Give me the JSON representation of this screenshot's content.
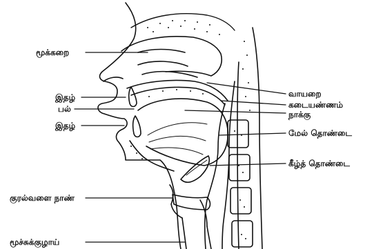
{
  "labels": {
    "left": {
      "nasal_cavity": "மூக்கறை",
      "upper_lip": "இதழ்",
      "teeth": "பல்",
      "lower_lip": "இதழ்",
      "vocal_cords": "குரல்வளை நாண்",
      "trachea": "மூச்சுக்குழாய்"
    },
    "right": {
      "palate": "வாயறை",
      "soft_palate": "கடையண்ணம்",
      "tongue": "நாக்கு",
      "upper_pharynx": "மேல் தொண்டை",
      "lower_pharynx": "கீழ்த் தொண்டை"
    }
  }
}
